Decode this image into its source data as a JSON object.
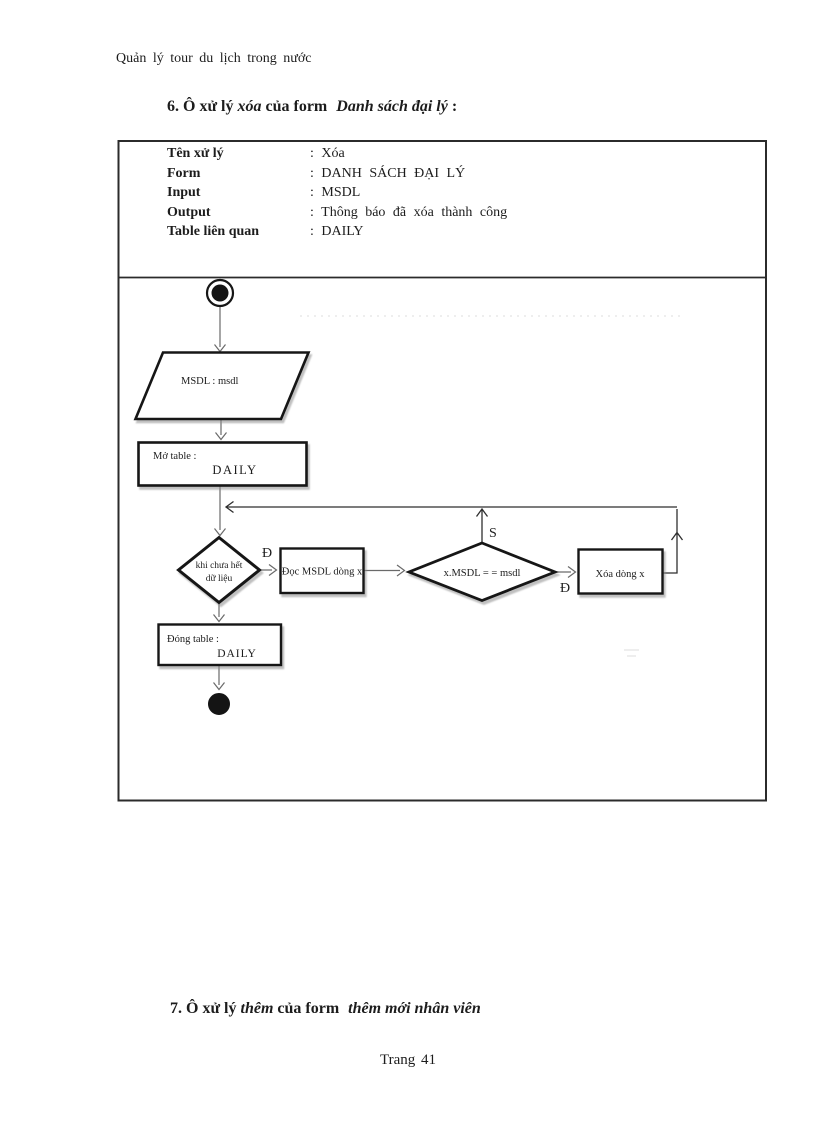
{
  "doc": {
    "page_header": "Quản lý tour du lịch trong nước",
    "page_footer": "Trang 41",
    "heading6": {
      "pre": "6. Ô xử lý ",
      "em1": "xóa",
      "mid": " của form ",
      "em2": "Danh sách đại lý",
      "post": " :"
    },
    "heading7": {
      "pre": "7. Ô xử lý ",
      "em1": "thêm",
      "mid": " của form ",
      "em2": "thêm mới nhân viên"
    }
  },
  "info_table": {
    "rows": [
      {
        "label": "Tên xử lý",
        "value": ": Xóa"
      },
      {
        "label": "Form",
        "value": ": DANH SÁCH ĐẠI LÝ"
      },
      {
        "label": "Input",
        "value": ": MSDL"
      },
      {
        "label": "Output",
        "value": ": Thông báo đã xóa thành công"
      },
      {
        "label": "Table liên quan",
        "value": ": DAILY"
      }
    ]
  },
  "flowchart": {
    "input_node": "MSDL : msdl",
    "open_table": {
      "label": "Mở table :",
      "table": "DAILY"
    },
    "loop_decision": {
      "line1": "khi chưa hết",
      "line2": "dữ liệu"
    },
    "branch_yes_1": "Đ",
    "read_step": "Đọc MSDL dòng x",
    "match_decision": "x.MSDL = = msdl",
    "branch_no": "S",
    "branch_yes_2": "Đ",
    "delete_step": "Xóa dòng x",
    "close_table": {
      "label": "Đóng table :",
      "table": "DAILY"
    }
  }
}
